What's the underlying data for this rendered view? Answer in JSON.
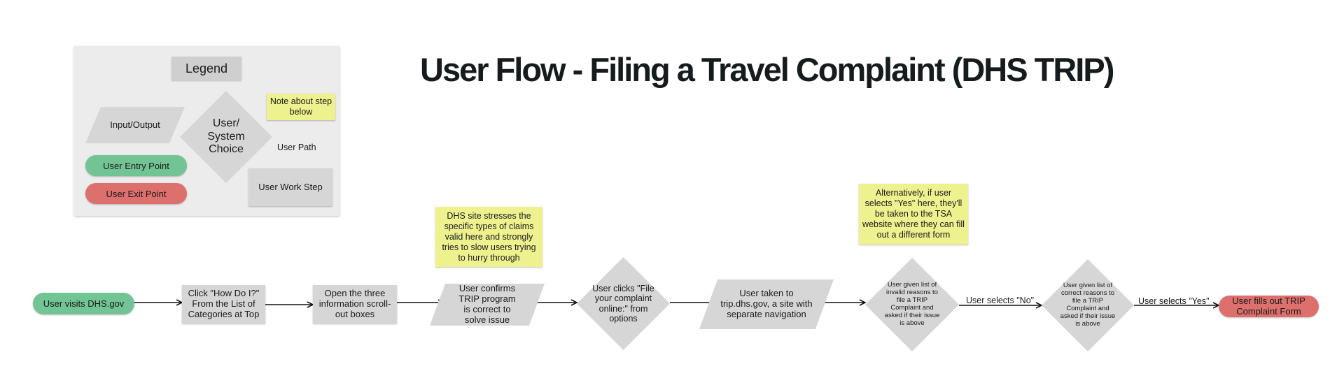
{
  "title": "User Flow - Filing a Travel Complaint (DHS TRIP)",
  "colors": {
    "background": "#ffffff",
    "legend_panel": "#ececec",
    "shape_gray": "#d6d6d6",
    "note_yellow": "#eef28e",
    "entry_green": "#72c494",
    "exit_red": "#dd6f6c",
    "arrow": "#111111"
  },
  "legend": {
    "title": "Legend",
    "input_output": "Input/Output",
    "user_system_choice": "User/ System Choice",
    "note": "Note about step below",
    "user_path": "User Path",
    "user_entry_point": "User Entry Point",
    "user_exit_point": "User Exit Point",
    "user_work_step": "User Work Step"
  },
  "flow": {
    "entry": "User visits DHS.gov",
    "step_how_do_i": "Click \"How Do I?\" From the List of Categories at Top",
    "step_open_boxes": "Open the three information scroll-out boxes",
    "io_confirms": "User confirms TRIP program is correct to solve issue",
    "choice_file_online": "User clicks \"File your complaint online:\" from options",
    "io_trip_site": "User taken to trip.dhs.gov, a site with separate navigation",
    "choice_invalid": "User given list of invalid reasons to file a TRIP Complaint and asked if their issue is above",
    "edge_no": "User selects \"No\"",
    "choice_correct": "User given list of correct reasons to file a TRIP Complaint and asked if their issue is above",
    "edge_yes": "User selects \"Yes\"",
    "exit": "User fills out TRIP Complaint Form"
  },
  "notes": {
    "dhs_site": "DHS site stresses the specific types of claims valid here and strongly tries to slow users trying to hurry through",
    "alternatively": "Alternatively, if user selects \"Yes\" here, they'll be taken to the TSA website where they can fill out a different form"
  }
}
